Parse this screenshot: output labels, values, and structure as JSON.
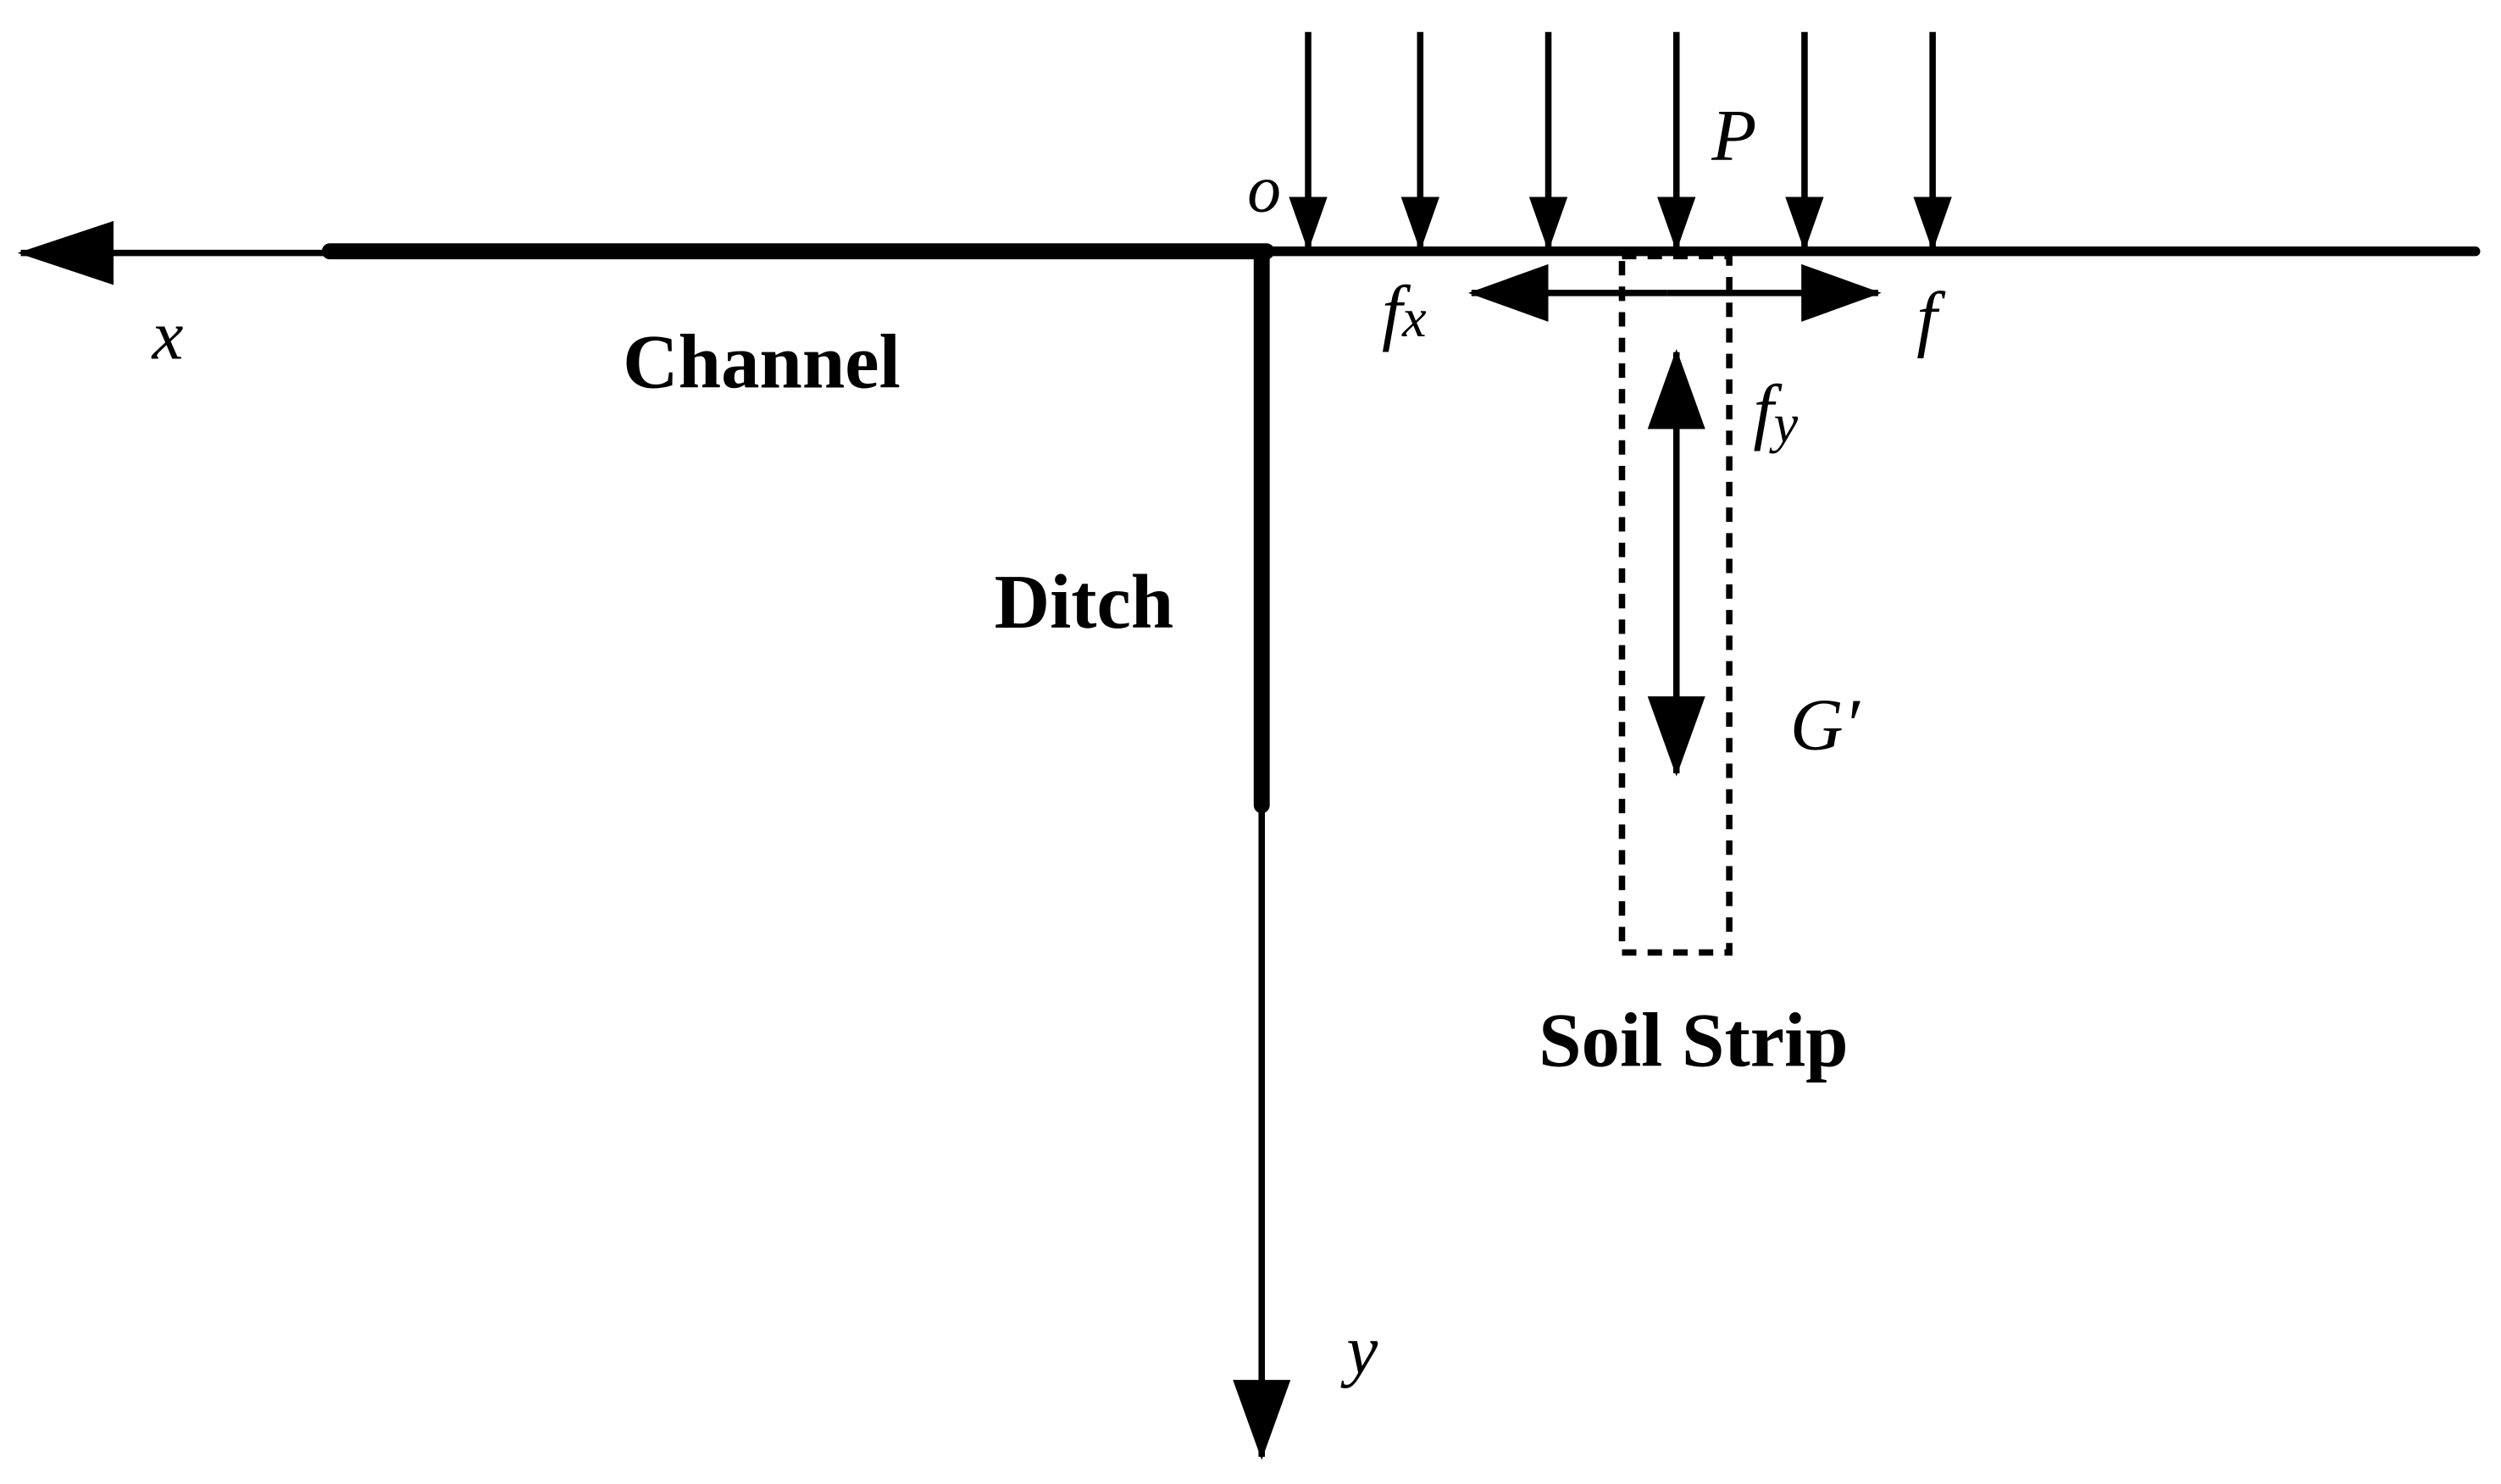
{
  "diagram": {
    "labels": {
      "origin": "o",
      "x_axis": "x",
      "y_axis": "y",
      "pressure": "P",
      "friction": "f",
      "friction_x": "f",
      "friction_x_sub": "x",
      "friction_y": "f",
      "friction_y_sub": "y",
      "weight": "G′",
      "channel": "Channel",
      "ditch": "Ditch",
      "soil_strip": "Soil Strip"
    },
    "load_arrow_count": 6
  }
}
